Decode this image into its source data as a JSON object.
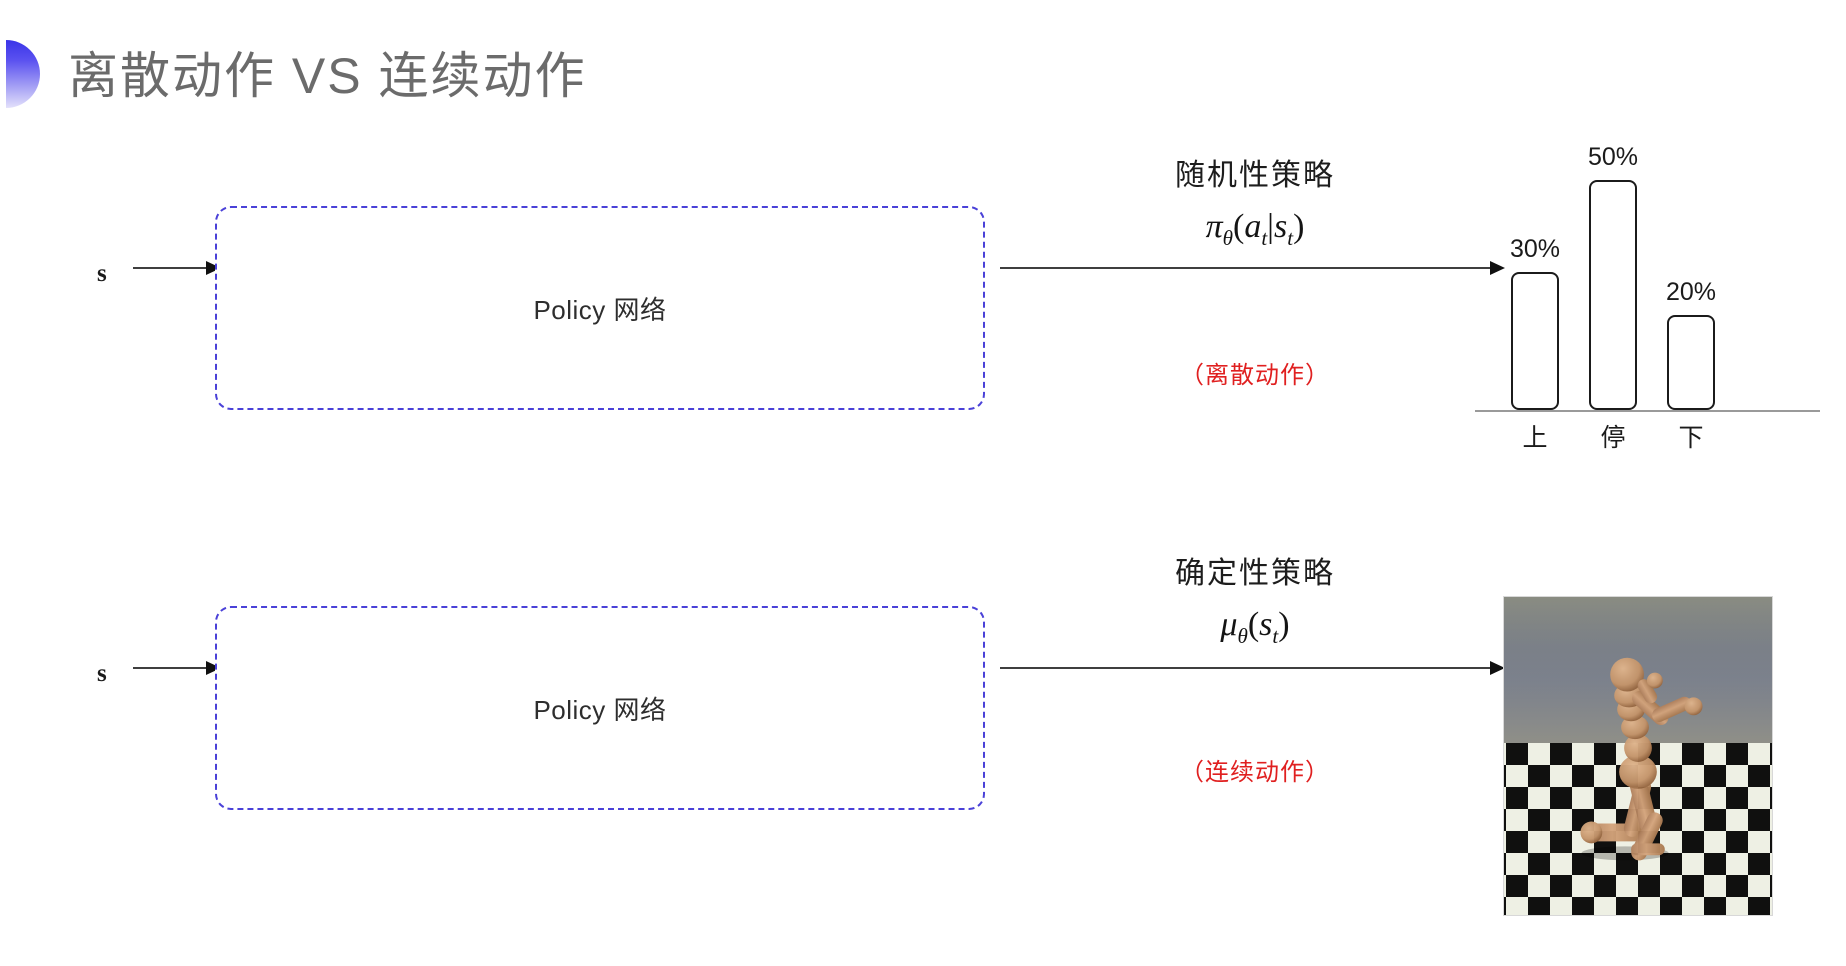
{
  "slide": {
    "title": "离散动作 VS 连续动作",
    "accent_color": "#3a34e8",
    "title_color": "#6b6b6b"
  },
  "rows": [
    {
      "id": "discrete",
      "input_label": "s",
      "policy_box_label": "Policy 网络",
      "policy_box_border_color": "#4a41d8",
      "annotation_title": "随机性策略",
      "annotation_formula_main": "π",
      "annotation_formula_theta": "θ",
      "annotation_formula_args": "(a",
      "annotation_formula_t1": "t",
      "annotation_formula_bar": "|s",
      "annotation_formula_t2": "t",
      "annotation_formula_close": ")",
      "annotation_note": "（离散动作）",
      "annotation_note_color": "#e02020",
      "output_kind": "bar-chart"
    },
    {
      "id": "continuous",
      "input_label": "s",
      "policy_box_label": "Policy 网络",
      "policy_box_border_color": "#4a41d8",
      "annotation_title": "确定性策略",
      "annotation_formula_main": "μ",
      "annotation_formula_theta": "θ",
      "annotation_formula_args": "(s",
      "annotation_formula_t1": "t",
      "annotation_formula_bar": "",
      "annotation_formula_t2": "",
      "annotation_formula_close": ")",
      "annotation_note": "（连续动作）",
      "annotation_note_color": "#e02020",
      "output_kind": "humanoid-image"
    }
  ],
  "chart_data": {
    "type": "bar",
    "title": "",
    "xlabel": "",
    "ylabel": "",
    "categories": [
      "上",
      "停",
      "下"
    ],
    "values": [
      30,
      50,
      20
    ],
    "value_labels": [
      "30%",
      "50%",
      "20%"
    ],
    "ylim": [
      0,
      60
    ],
    "grid": false,
    "legend": "none",
    "bar_fill": "#ffffff",
    "bar_stroke": "#1b1b1b",
    "axis_color": "#9a9a9a"
  },
  "humanoid": {
    "caption": "",
    "alt": "MuJoCo humanoid kneeling on checkerboard floor",
    "sky_color": "#797f8d",
    "floor_light": "#eef0e4",
    "floor_dark": "#10100f",
    "body_color": "#c89a72"
  }
}
